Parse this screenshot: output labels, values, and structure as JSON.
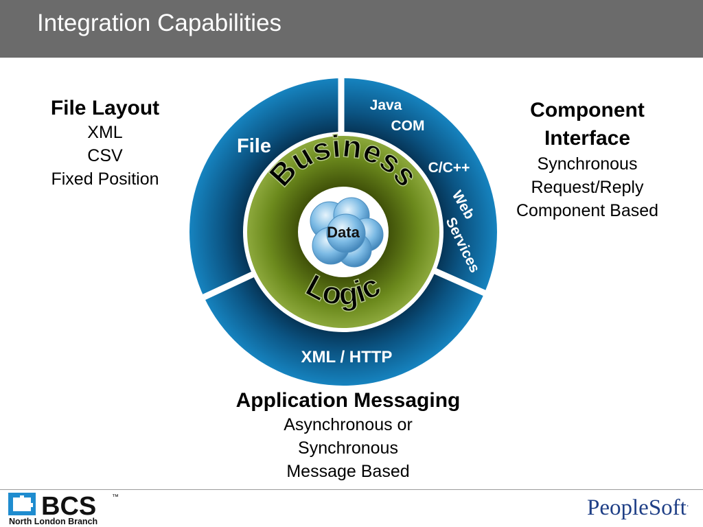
{
  "slide": {
    "title": "Integration Capabilities"
  },
  "file_layout": {
    "title": "File Layout",
    "lines": [
      "XML",
      "CSV",
      "Fixed Position"
    ]
  },
  "component_interface": {
    "title_lines": [
      "Component",
      "Interface"
    ],
    "lines": [
      "Synchronous",
      "Request/Reply",
      "Component Based"
    ]
  },
  "application_messaging": {
    "title": "Application Messaging",
    "lines": [
      "Asynchronous or",
      "Synchronous",
      "Message Based"
    ]
  },
  "diagram": {
    "segments": {
      "file": "File",
      "java": "Java",
      "com": "COM",
      "cpp": "C/C++",
      "web": "Web",
      "services": "Services",
      "xml_http": "XML / HTTP"
    },
    "ring_top": "Business",
    "ring_bottom": "Logic",
    "center": "Data",
    "colors": {
      "outer_ring": "#0f5e8c",
      "business_ring": "#6f8a1e",
      "data_cloud": "#5aa6d8"
    }
  },
  "footer": {
    "bcs_logo": "BCS",
    "bcs_trademark": "™",
    "bcs_branch": "North London Branch",
    "peoplesoft_logo": "PeopleSoft",
    "peoplesoft_dot": "."
  }
}
